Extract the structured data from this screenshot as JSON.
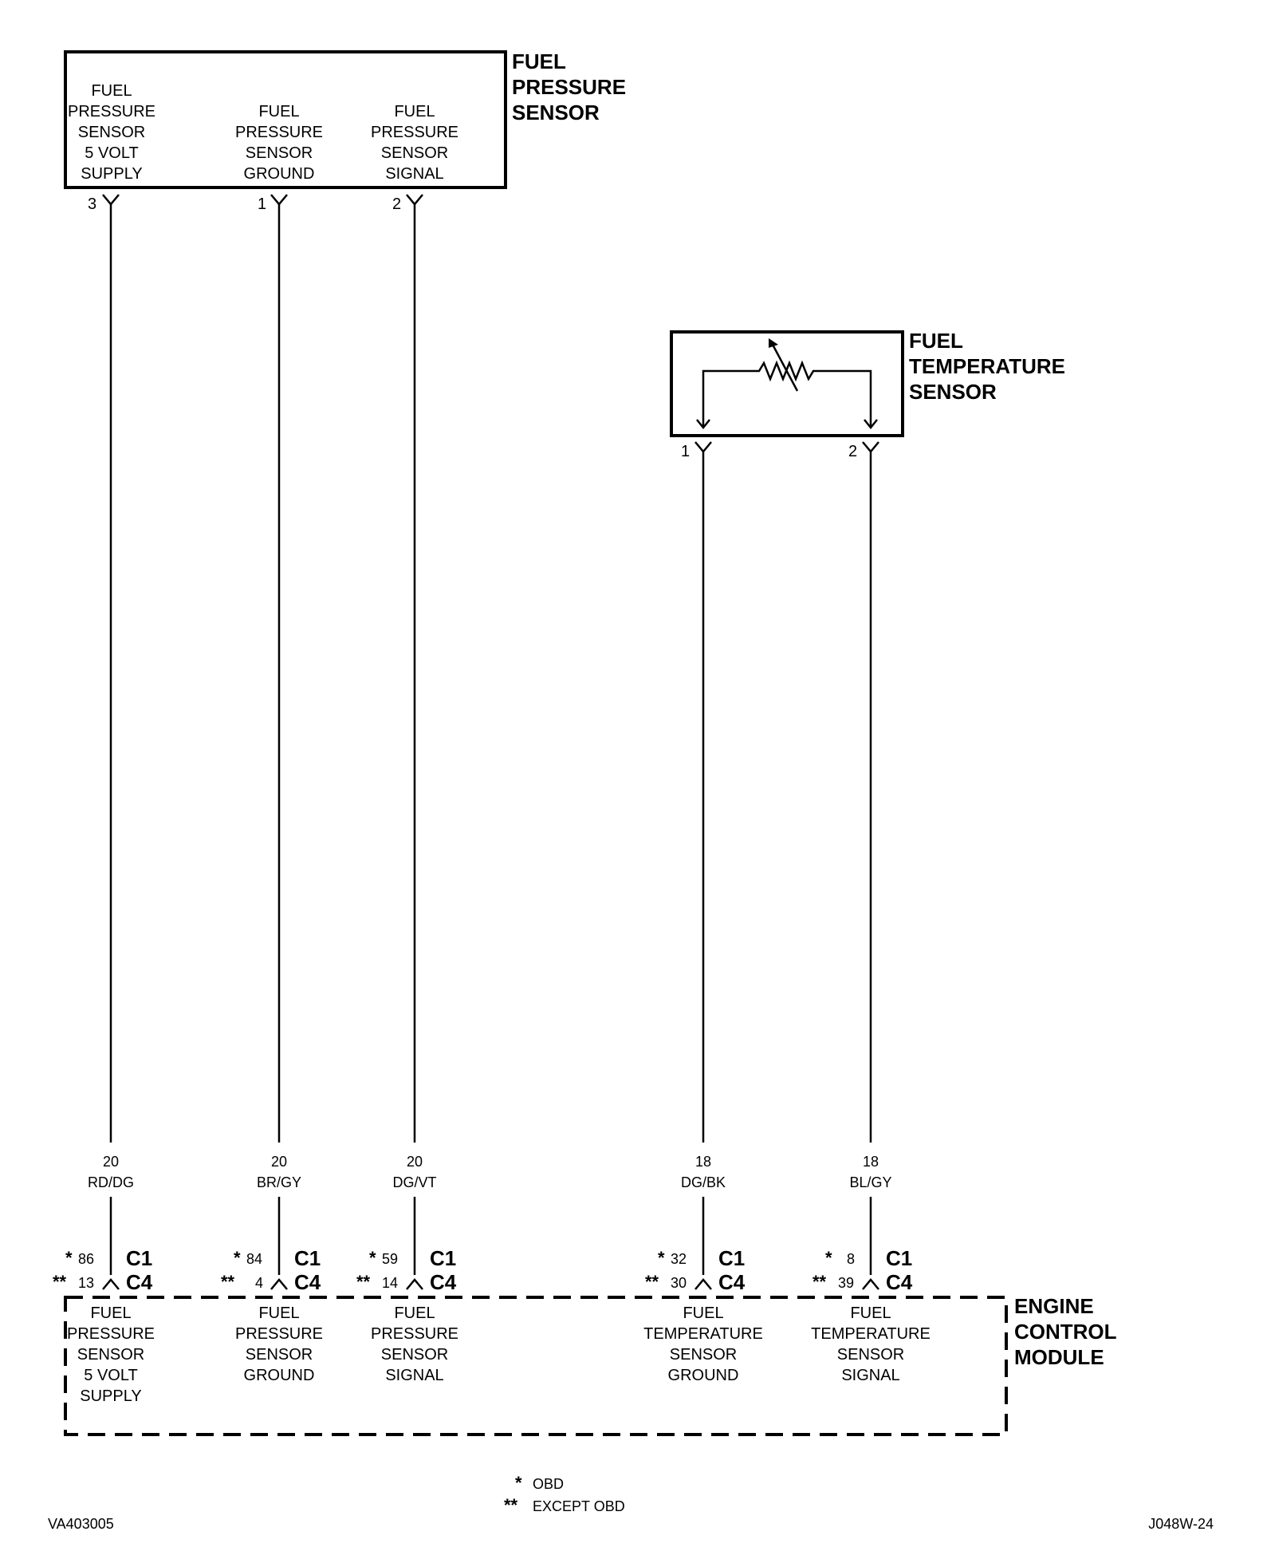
{
  "fuel_pressure_sensor": {
    "title": [
      "FUEL",
      "PRESSURE",
      "SENSOR"
    ],
    "pins": [
      {
        "pin": "3",
        "label": [
          "FUEL",
          "PRESSURE",
          "SENSOR",
          "5 VOLT",
          "SUPPLY"
        ]
      },
      {
        "pin": "1",
        "label": [
          "FUEL",
          "PRESSURE",
          "SENSOR",
          "GROUND"
        ]
      },
      {
        "pin": "2",
        "label": [
          "FUEL",
          "PRESSURE",
          "SENSOR",
          "SIGNAL"
        ]
      }
    ]
  },
  "fuel_temperature_sensor": {
    "title": [
      "FUEL",
      "TEMPERATURE",
      "SENSOR"
    ],
    "pins": [
      "1",
      "2"
    ]
  },
  "wires": [
    {
      "gauge": "20",
      "color": "RD/DG"
    },
    {
      "gauge": "20",
      "color": "BR/GY"
    },
    {
      "gauge": "20",
      "color": "DG/VT"
    },
    {
      "gauge": "18",
      "color": "DG/BK"
    },
    {
      "gauge": "18",
      "color": "BL/GY"
    }
  ],
  "ecm": {
    "title": [
      "ENGINE",
      "CONTROL",
      "MODULE"
    ],
    "connector_obd": "C1",
    "connector_except_obd": "C4",
    "pins": [
      {
        "obd": "86",
        "except_obd": "13",
        "label": [
          "FUEL",
          "PRESSURE",
          "SENSOR",
          "5 VOLT",
          "SUPPLY"
        ]
      },
      {
        "obd": "84",
        "except_obd": "4",
        "label": [
          "FUEL",
          "PRESSURE",
          "SENSOR",
          "GROUND"
        ]
      },
      {
        "obd": "59",
        "except_obd": "14",
        "label": [
          "FUEL",
          "PRESSURE",
          "SENSOR",
          "SIGNAL"
        ]
      },
      {
        "obd": "32",
        "except_obd": "30",
        "label": [
          "FUEL",
          "TEMPERATURE",
          "SENSOR",
          "GROUND"
        ]
      },
      {
        "obd": "8",
        "except_obd": "39",
        "label": [
          "FUEL",
          "TEMPERATURE",
          "SENSOR",
          "SIGNAL"
        ]
      }
    ]
  },
  "legend": {
    "single": "OBD",
    "double": "EXCEPT OBD"
  },
  "footer": {
    "left_code": "VA403005",
    "right_code": "J048W-24"
  }
}
